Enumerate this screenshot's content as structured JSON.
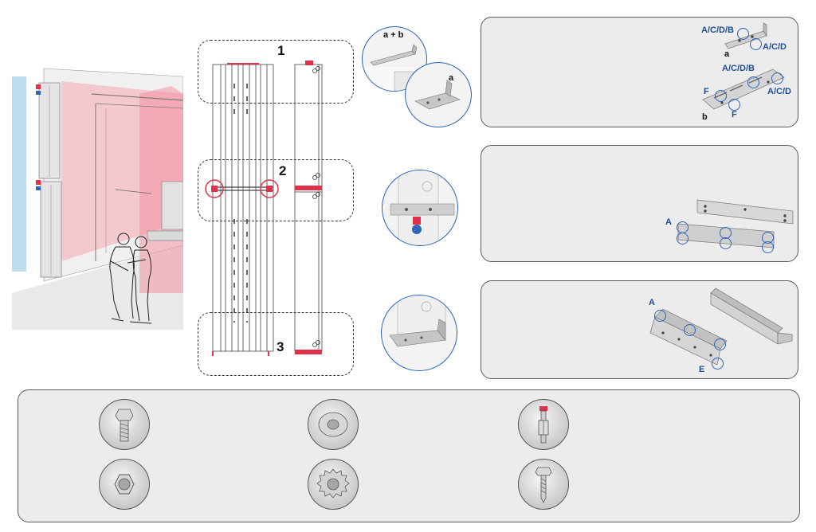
{
  "callouts": {
    "part1": "1",
    "part2": "2",
    "part3": "3"
  },
  "zoom_labels": {
    "top_ab": "a + b",
    "top_a": "a"
  },
  "panel_top": {
    "bracket_a_label": "a",
    "bracket_b_label": "b",
    "label_acdb_1": "A/C/D/B",
    "label_acd_1": "A/C/D",
    "label_acdb_2": "A/C/D/B",
    "label_acd_2": "A/C/D",
    "label_f_1": "F",
    "label_f_2": "F"
  },
  "panel_mid": {
    "label_a": "A"
  },
  "panel_bottom": {
    "label_a": "A",
    "label_e": "E"
  },
  "hardware": [
    {
      "icon": "hex-bolt-icon"
    },
    {
      "icon": "flat-washer-icon"
    },
    {
      "icon": "anchor-bolt-icon"
    },
    {
      "icon": "hex-nut-icon"
    },
    {
      "icon": "serrated-lock-washer-icon"
    },
    {
      "icon": "self-drilling-screw-icon"
    }
  ],
  "colors": {
    "accent_red": "#e0314a",
    "label_blue": "#1f4e96",
    "circle_blue": "#2a63b8",
    "panel_bg": "#ececec"
  }
}
